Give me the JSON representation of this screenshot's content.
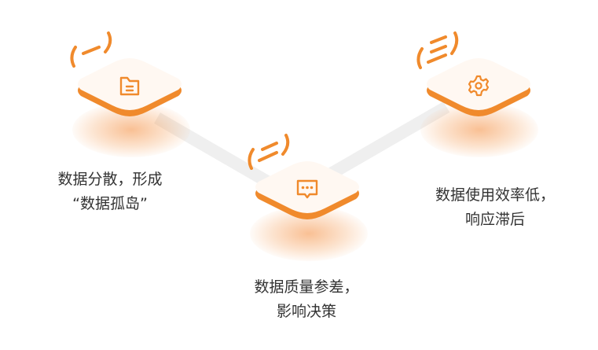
{
  "colors": {
    "accent": "#f08a2c",
    "tile_face": "#fff8f2",
    "connector": "#efefef",
    "text": "#333333"
  },
  "steps": [
    {
      "number": "(一)",
      "icon": "folder-icon",
      "line1": "数据分散，形成",
      "line2": "“数据孤岛”"
    },
    {
      "number": "(二)",
      "icon": "message-dots-icon",
      "line1": "数据质量参差，",
      "line2": "影响决策"
    },
    {
      "number": "(三)",
      "icon": "gear-icon",
      "line1": "数据使用效率低，",
      "line2": "响应滞后"
    }
  ]
}
